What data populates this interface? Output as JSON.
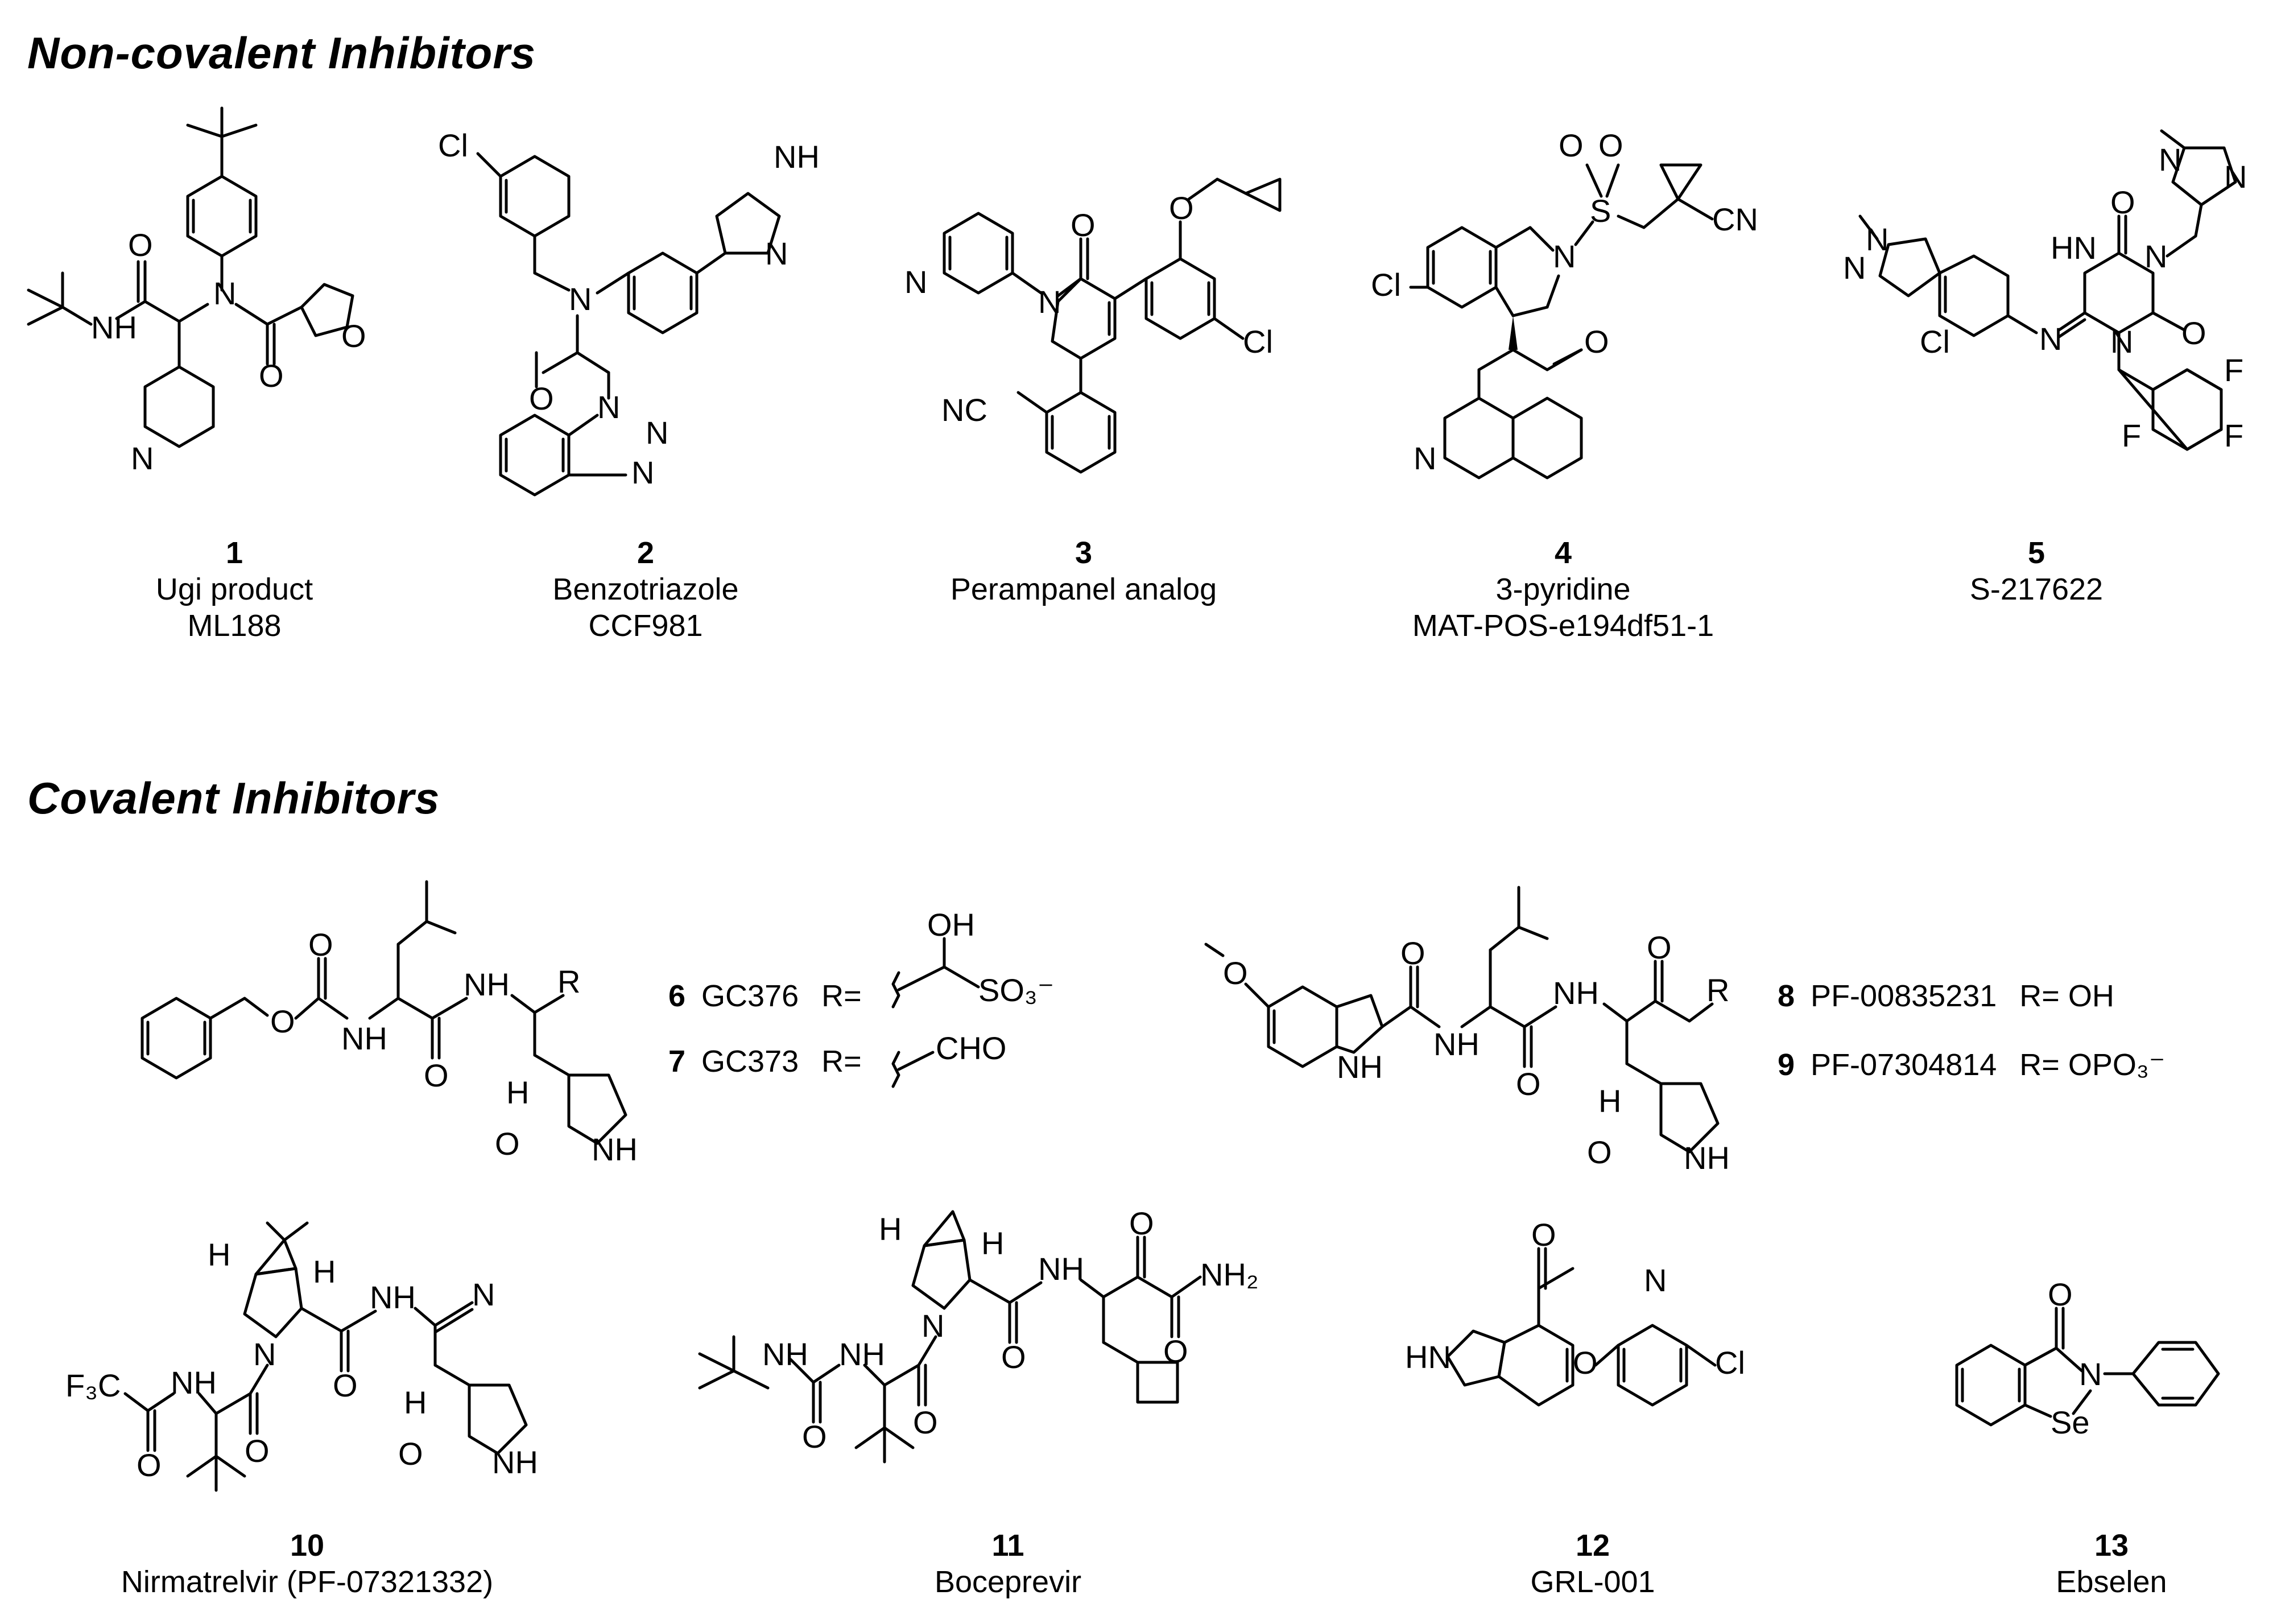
{
  "sections": {
    "noncovalent": "Non-covalent Inhibitors",
    "covalent": "Covalent Inhibitors"
  },
  "compounds": [
    {
      "number": "1",
      "lines": [
        "Ugi product",
        "ML188"
      ]
    },
    {
      "number": "2",
      "lines": [
        "Benzotriazole",
        "CCF981"
      ]
    },
    {
      "number": "3",
      "lines": [
        "Perampanel analog"
      ]
    },
    {
      "number": "4",
      "lines": [
        "3-pyridine",
        "MAT-POS-e194df51-1"
      ]
    },
    {
      "number": "5",
      "lines": [
        "S-217622"
      ]
    },
    {
      "number": "10",
      "lines": [
        "Nirmatrelvir (PF-07321332)"
      ]
    },
    {
      "number": "11",
      "lines": [
        "Boceprevir"
      ]
    },
    {
      "number": "12",
      "lines": [
        "GRL-001"
      ]
    },
    {
      "number": "13",
      "lines": [
        "Ebselen"
      ]
    }
  ],
  "r_groups": [
    {
      "number": "6",
      "code": "GC376",
      "r": "R="
    },
    {
      "number": "7",
      "code": "GC373",
      "r": "R="
    },
    {
      "number": "8",
      "code": "PF-00835231",
      "r": "R= OH"
    },
    {
      "number": "9",
      "code": "PF-07304814",
      "r": "R= OPO₃⁻"
    }
  ],
  "atoms": {
    "N": "N",
    "NH": "NH",
    "H": "H",
    "O": "O",
    "Cl": "Cl",
    "F": "F",
    "S": "S",
    "Se": "Se",
    "CN": "CN",
    "NC": "NC",
    "HN": "HN",
    "R": "R",
    "OH": "OH",
    "CHO": "CHO",
    "SO3": "SO₃⁻",
    "F3C": "F₃C",
    "NH2": "NH₂"
  }
}
